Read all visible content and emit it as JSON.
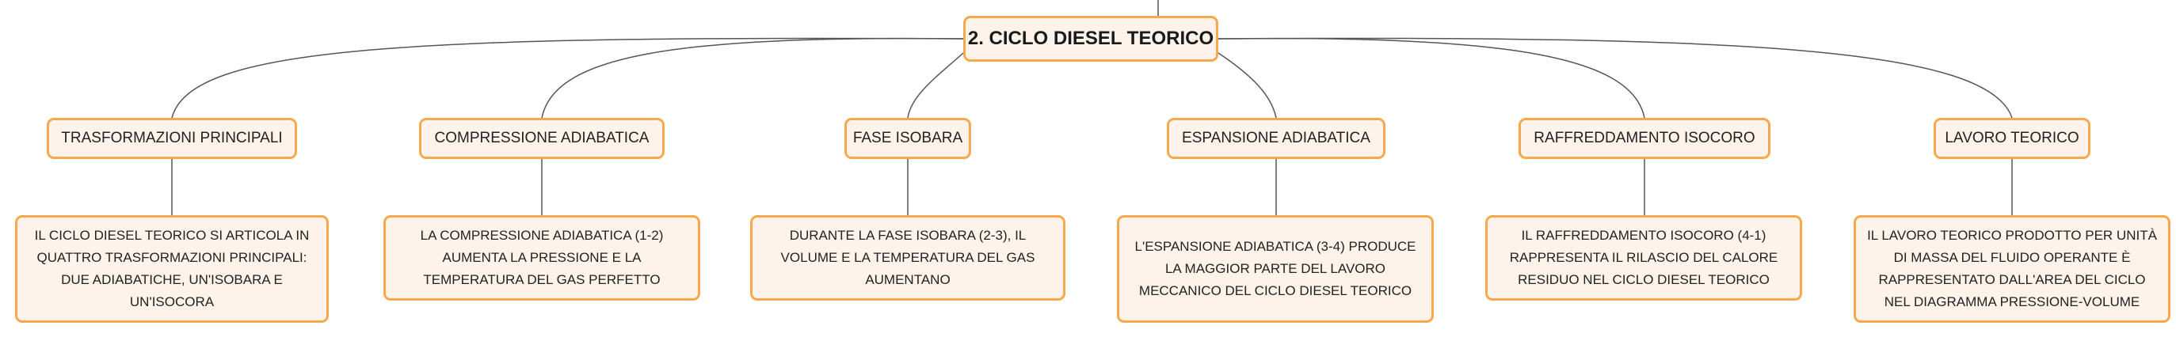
{
  "root": {
    "label": "2. CICLO DIESEL TEORICO"
  },
  "branches": [
    {
      "label": "TRASFORMAZIONI PRINCIPALI",
      "detail": "IL CICLO DIESEL TEORICO SI ARTICOLA IN QUATTRO TRASFORMAZIONI PRINCIPALI: DUE ADIABATICHE, UN'ISOBARA E UN'ISOCORA"
    },
    {
      "label": "COMPRESSIONE ADIABATICA",
      "detail": "LA COMPRESSIONE ADIABATICA (1-2) AUMENTA LA PRESSIONE E LA TEMPERATURA DEL GAS PERFETTO"
    },
    {
      "label": "FASE ISOBARA",
      "detail": "DURANTE LA FASE ISOBARA (2-3), IL VOLUME E LA TEMPERATURA DEL GAS AUMENTANO"
    },
    {
      "label": "ESPANSIONE ADIABATICA",
      "detail": "L'ESPANSIONE ADIABATICA (3-4) PRODUCE LA MAGGIOR PARTE DEL LAVORO MECCANICO DEL CICLO DIESEL TEORICO"
    },
    {
      "label": "RAFFREDDAMENTO ISOCORO",
      "detail": "IL RAFFREDDAMENTO ISOCORO (4-1) RAPPRESENTA IL RILASCIO DEL CALORE RESIDUO NEL CICLO DIESEL TEORICO"
    },
    {
      "label": "LAVORO TEORICO",
      "detail": "IL LAVORO TEORICO PRODOTTO PER UNITÀ DI MASSA DEL FLUIDO OPERANTE È RAPPRESENTATO DALL'AREA DEL CICLO NEL DIAGRAMMA PRESSIONE-VOLUME"
    }
  ],
  "colors": {
    "border": "#f6a94c",
    "fill": "#fdf3ea",
    "line": "#555555"
  }
}
